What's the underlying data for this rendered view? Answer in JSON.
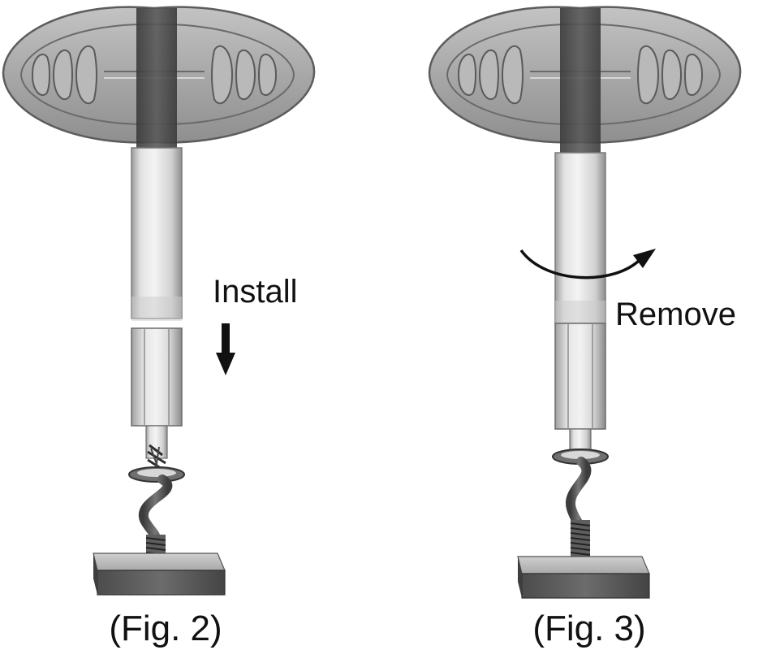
{
  "figures": [
    {
      "caption": "(Fig. 2)",
      "action_label": "Install",
      "arrow_icon": "down-arrow-icon"
    },
    {
      "caption": "(Fig. 3)",
      "action_label": "Remove",
      "arrow_icon": "curved-rotate-arrow-icon"
    }
  ],
  "colors": {
    "handle_fill": "#a9a9a9",
    "handle_stroke": "#5c5c5c",
    "handle_core": "#4e4e4e",
    "shaft_fill": "#d9d9d9",
    "hex_fill": "#d2d2d2",
    "block_top": "#bdbdbd",
    "block_side": "#5e5e5e",
    "text": "#111111"
  }
}
